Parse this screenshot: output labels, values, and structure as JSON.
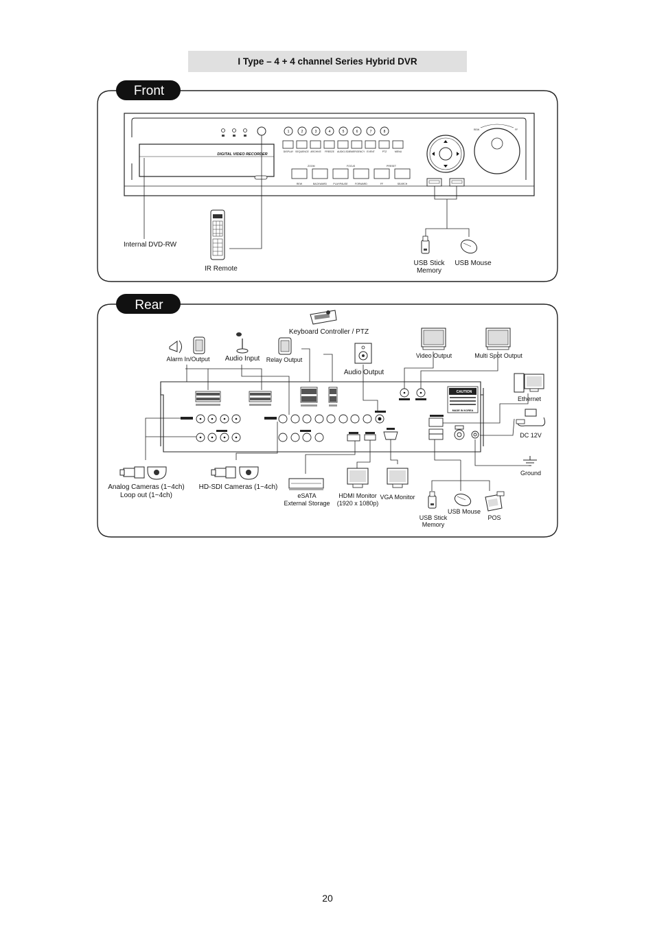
{
  "title": "I Type – 4 + 4 channel Series Hybrid DVR",
  "front": {
    "section_label": "Front",
    "device_text": "DIGITAL VIDEO RECORDER",
    "labels": {
      "dvd": "Internal DVD-RW",
      "ir_remote": "IR Remote",
      "usb_stick": "USB Stick",
      "usb_stick_2": "Memory",
      "usb_mouse": "USB Mouse"
    },
    "button_row1": [
      "DISPLAY",
      "SEQUENCE",
      "ARCHIVE",
      "FREEZE",
      "AUDIO-SDI",
      "EMERGENCY",
      "EVENT",
      "PTZ",
      "MENU"
    ],
    "ctrl_top": [
      "ZOOM",
      "FOCUS",
      "PRESET"
    ],
    "button_row2": [
      "REW",
      "BACKWARD",
      "PLAY/PAUSE",
      "FORWARD",
      "FF",
      "SEARCH"
    ],
    "jog_labels": [
      "REW",
      "FF"
    ]
  },
  "rear": {
    "section_label": "Rear",
    "labels": {
      "keyboard": "Keyboard Controller / PTZ",
      "alarm": "Alarm In/Output",
      "audio_input": "Audio Input",
      "relay": "Relay Output",
      "audio_output": "Audio Output",
      "video_output": "Video Output",
      "spot_output": "Multi Spot Output",
      "ethernet": "Ethernet",
      "dc": "DC 12V",
      "ground": "Ground",
      "analog_1": "Analog Cameras (1~4ch)",
      "analog_2": "Loop out (1~4ch)",
      "hdsdi": "HD-SDI Cameras (1~4ch)",
      "esata_1": "eSATA",
      "esata_2": "External Storage",
      "hdmi_1": "HDMI Monitor",
      "hdmi_2": "(1920 x 1080p)",
      "vga": "VGA Monitor",
      "usb_stick_1": "USB Stick",
      "usb_stick_2": "Memory",
      "usb_mouse": "USB Mouse",
      "pos": "POS"
    },
    "caution_text": "CAUTION",
    "made_in": "MADE IN KOREA"
  },
  "page_number": "20"
}
